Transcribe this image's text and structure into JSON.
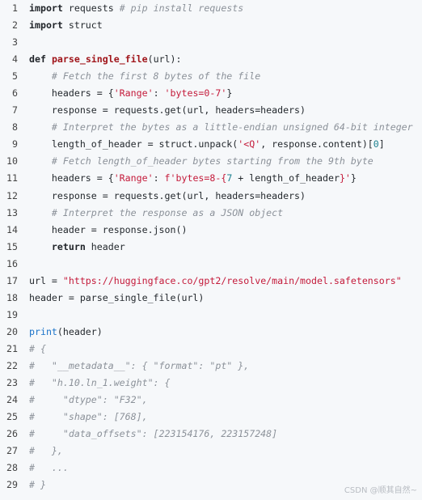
{
  "lines": [
    {
      "n": "1",
      "t": [
        {
          "c": "kw",
          "v": "import"
        },
        {
          "c": "",
          "v": " requests "
        },
        {
          "c": "cm",
          "v": "# pip install requests"
        }
      ]
    },
    {
      "n": "2",
      "t": [
        {
          "c": "kw",
          "v": "import"
        },
        {
          "c": "",
          "v": " struct"
        }
      ]
    },
    {
      "n": "3",
      "t": []
    },
    {
      "n": "4",
      "t": [
        {
          "c": "kw",
          "v": "def"
        },
        {
          "c": "",
          "v": " "
        },
        {
          "c": "fn",
          "v": "parse_single_file"
        },
        {
          "c": "",
          "v": "(url):"
        }
      ]
    },
    {
      "n": "5",
      "t": [
        {
          "c": "",
          "v": "    "
        },
        {
          "c": "cm",
          "v": "# Fetch the first 8 bytes of the file"
        }
      ]
    },
    {
      "n": "6",
      "t": [
        {
          "c": "",
          "v": "    headers = {"
        },
        {
          "c": "st",
          "v": "'Range'"
        },
        {
          "c": "",
          "v": ": "
        },
        {
          "c": "st",
          "v": "'bytes=0-7'"
        },
        {
          "c": "",
          "v": "}"
        }
      ]
    },
    {
      "n": "7",
      "t": [
        {
          "c": "",
          "v": "    response = requests.get(url, headers=headers)"
        }
      ]
    },
    {
      "n": "8",
      "t": [
        {
          "c": "",
          "v": "    "
        },
        {
          "c": "cm",
          "v": "# Interpret the bytes as a little-endian unsigned 64-bit integer"
        }
      ]
    },
    {
      "n": "9",
      "t": [
        {
          "c": "",
          "v": "    length_of_header = struct.unpack("
        },
        {
          "c": "st",
          "v": "'<Q'"
        },
        {
          "c": "",
          "v": ", response.content)["
        },
        {
          "c": "nm",
          "v": "0"
        },
        {
          "c": "",
          "v": "]"
        }
      ]
    },
    {
      "n": "10",
      "t": [
        {
          "c": "",
          "v": "    "
        },
        {
          "c": "cm",
          "v": "# Fetch length_of_header bytes starting from the 9th byte"
        }
      ]
    },
    {
      "n": "11",
      "t": [
        {
          "c": "",
          "v": "    headers = {"
        },
        {
          "c": "st",
          "v": "'Range'"
        },
        {
          "c": "",
          "v": ": "
        },
        {
          "c": "st",
          "v": "f'bytes=8-{"
        },
        {
          "c": "nm",
          "v": "7"
        },
        {
          "c": "",
          "v": " + length_of_header"
        },
        {
          "c": "st",
          "v": "}'"
        },
        {
          "c": "",
          "v": "}"
        }
      ]
    },
    {
      "n": "12",
      "t": [
        {
          "c": "",
          "v": "    response = requests.get(url, headers=headers)"
        }
      ]
    },
    {
      "n": "13",
      "t": [
        {
          "c": "",
          "v": "    "
        },
        {
          "c": "cm",
          "v": "# Interpret the response as a JSON object"
        }
      ]
    },
    {
      "n": "14",
      "t": [
        {
          "c": "",
          "v": "    header = response.json()"
        }
      ]
    },
    {
      "n": "15",
      "t": [
        {
          "c": "",
          "v": "    "
        },
        {
          "c": "kw",
          "v": "return"
        },
        {
          "c": "",
          "v": " header"
        }
      ]
    },
    {
      "n": "16",
      "t": []
    },
    {
      "n": "17",
      "t": [
        {
          "c": "",
          "v": "url = "
        },
        {
          "c": "st",
          "v": "\"https://huggingface.co/gpt2/resolve/main/model.safetensors\""
        }
      ]
    },
    {
      "n": "18",
      "t": [
        {
          "c": "",
          "v": "header = parse_single_file(url)"
        }
      ]
    },
    {
      "n": "19",
      "t": []
    },
    {
      "n": "20",
      "t": [
        {
          "c": "bi",
          "v": "print"
        },
        {
          "c": "",
          "v": "(header)"
        }
      ]
    },
    {
      "n": "21",
      "t": [
        {
          "c": "cm",
          "v": "# {"
        }
      ]
    },
    {
      "n": "22",
      "t": [
        {
          "c": "cm",
          "v": "#   \"__metadata__\": { \"format\": \"pt\" },"
        }
      ]
    },
    {
      "n": "23",
      "t": [
        {
          "c": "cm",
          "v": "#   \"h.10.ln_1.weight\": {"
        }
      ]
    },
    {
      "n": "24",
      "t": [
        {
          "c": "cm",
          "v": "#     \"dtype\": \"F32\","
        }
      ]
    },
    {
      "n": "25",
      "t": [
        {
          "c": "cm",
          "v": "#     \"shape\": [768],"
        }
      ]
    },
    {
      "n": "26",
      "t": [
        {
          "c": "cm",
          "v": "#     \"data_offsets\": [223154176, 223157248]"
        }
      ]
    },
    {
      "n": "27",
      "t": [
        {
          "c": "cm",
          "v": "#   },"
        }
      ]
    },
    {
      "n": "28",
      "t": [
        {
          "c": "cm",
          "v": "#   ..."
        }
      ]
    },
    {
      "n": "29",
      "t": [
        {
          "c": "cm",
          "v": "# }"
        }
      ]
    }
  ],
  "watermark": "CSDN @顺其自然~"
}
